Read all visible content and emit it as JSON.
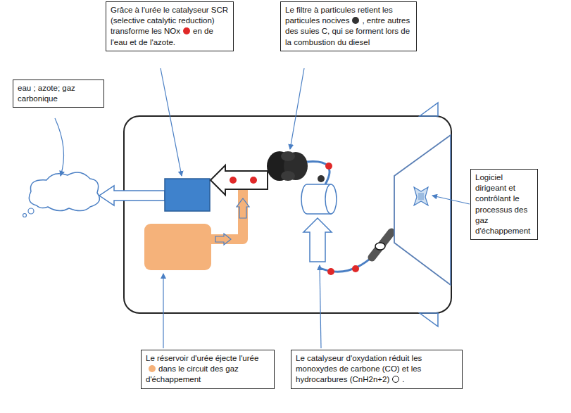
{
  "diagram": {
    "nodes": [
      {
        "text": [
          "Grâce à l'urée le catalyseur SCR (selective catalytic reduction) transforme les NOx",
          "en de l'eau et de l'azote."
        ]
      },
      {
        "text": [
          "Le filtre à particules retient les particules nocives",
          ", entre autres des suies C, qui se forment lors de la combustion du diesel"
        ]
      },
      {
        "text": [
          "eau ; azote; gaz carbonique"
        ]
      },
      {
        "text": [
          "Logiciel dirigeant et contrôlant le processus des gaz d'échappement"
        ]
      },
      {
        "text": [
          "Le réservoir d'urée éjecte l'urée",
          "dans le circuit des gaz d'échappement"
        ]
      },
      {
        "text": [
          "Le catalyseur d'oxydation réduit les monoxydes de carbone (CO) et les hydrocarbures (CnH2n+2)",
          "."
        ]
      }
    ]
  }
}
